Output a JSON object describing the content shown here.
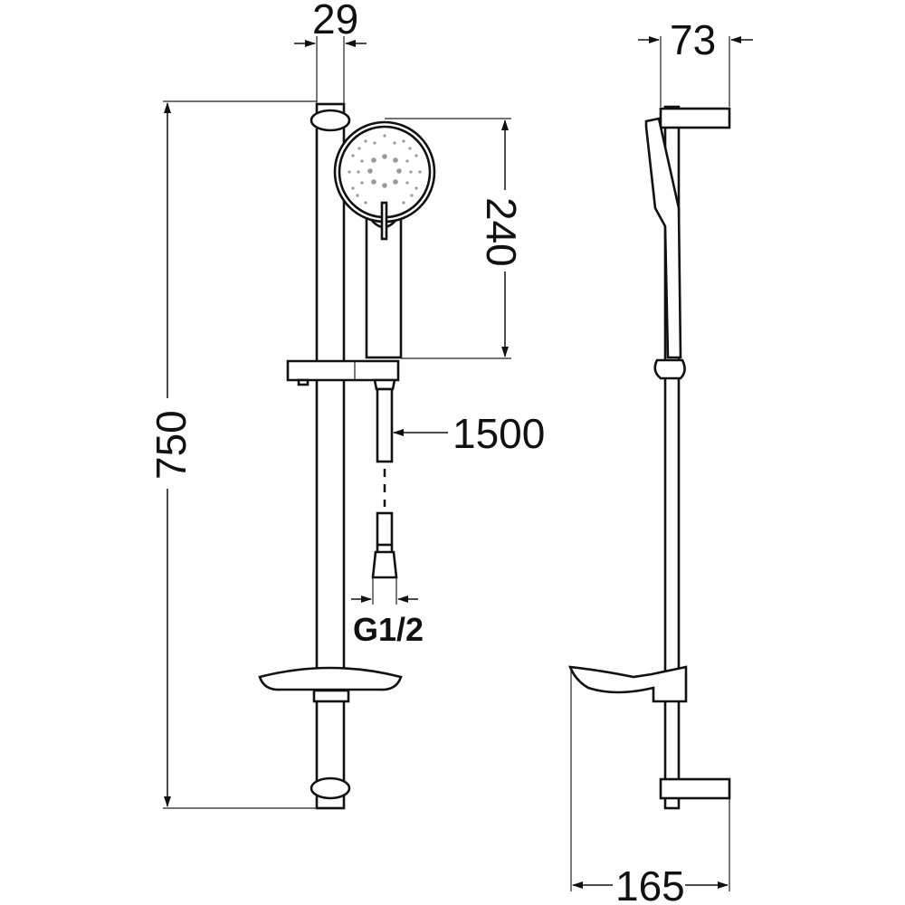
{
  "drawing": {
    "title": "Shower rail set technical drawing",
    "views": [
      "front-view",
      "side-view"
    ],
    "dimensions": {
      "rail_width": "29",
      "rail_height": "750",
      "handshower_length": "240",
      "hose_length": "1500",
      "connection_thread": "G1/2",
      "wall_bracket_depth": "73",
      "soap_dish_depth": "165"
    },
    "units": "mm",
    "colors": {
      "line": "#111111",
      "background": "#ffffff"
    }
  }
}
